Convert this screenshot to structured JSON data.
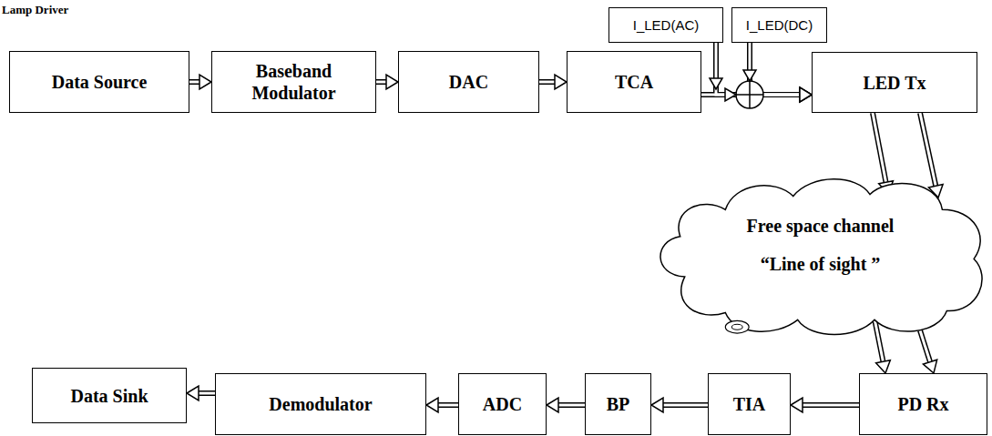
{
  "diagram": {
    "title": "Lamp Driver",
    "nodes": [
      {
        "text": [
          "Data Source"
        ]
      },
      {
        "text": [
          "Baseband Modulator"
        ]
      },
      {
        "text": [
          "DAC"
        ]
      },
      {
        "text": [
          "TCA"
        ]
      },
      {
        "text": [
          "I_LED(AC)"
        ]
      },
      {
        "text": [
          "I_LED(DC)"
        ]
      },
      {
        "text": [
          "LED Tx"
        ]
      },
      {
        "text": [
          "Free space channel",
          "“Line of sight ”"
        ]
      },
      {
        "text": [
          "PD Rx"
        ]
      },
      {
        "text": [
          "TIA"
        ]
      },
      {
        "text": [
          "BP"
        ]
      },
      {
        "text": [
          "ADC"
        ]
      },
      {
        "text": [
          "Demodulator"
        ]
      },
      {
        "text": [
          "Data Sink"
        ]
      }
    ],
    "edges": [
      {
        "from": 0,
        "to": 1,
        "arrow": "to"
      },
      {
        "from": 1,
        "to": 2,
        "arrow": "to"
      },
      {
        "from": 2,
        "to": 3,
        "arrow": "to"
      },
      {
        "from": 3,
        "to": 6,
        "arrow": "to"
      },
      {
        "from": 4,
        "to": 6,
        "arrow": "to"
      },
      {
        "from": 5,
        "to": 6,
        "arrow": "to"
      },
      {
        "from": 6,
        "to": 7,
        "arrow": "to"
      },
      {
        "from": 6,
        "to": 7,
        "arrow": "to"
      },
      {
        "from": 7,
        "to": 8,
        "arrow": "to"
      },
      {
        "from": 7,
        "to": 8,
        "arrow": "to"
      },
      {
        "from": 8,
        "to": 9,
        "arrow": "to"
      },
      {
        "from": 9,
        "to": 10,
        "arrow": "to"
      },
      {
        "from": 10,
        "to": 11,
        "arrow": "to"
      },
      {
        "from": 11,
        "to": 12,
        "arrow": "to"
      },
      {
        "from": 12,
        "to": 13,
        "arrow": "to"
      }
    ]
  }
}
